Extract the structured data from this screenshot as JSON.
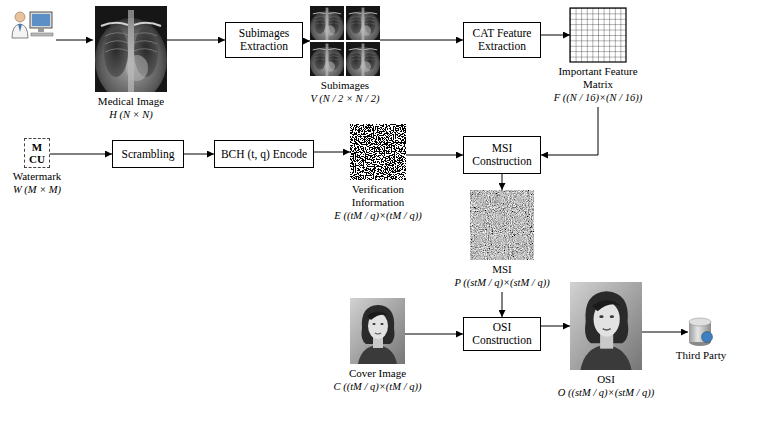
{
  "diagram": {
    "nodes": [
      {
        "text": [
          "Medical Image",
          "H (N × N)"
        ]
      },
      {
        "text": [
          "Subimages Extraction"
        ]
      },
      {
        "text": [
          "Subimages",
          "V (N / 2 × N / 2)"
        ]
      },
      {
        "text": [
          "CAT Feature Extraction"
        ]
      },
      {
        "text": [
          "Important Feature Matrix",
          "F ((N / 16)×(N / 16))"
        ]
      },
      {
        "text": [
          "Watermark",
          "W (M × M)"
        ]
      },
      {
        "text": [
          "Scrambling"
        ]
      },
      {
        "text": [
          "BCH (t, q) Encode"
        ]
      },
      {
        "text": [
          "Verification Information",
          "E ((tM / q)×(tM / q))"
        ]
      },
      {
        "text": [
          "MSI Construction"
        ]
      },
      {
        "text": [
          "MSI",
          "P ((stM / q)×(stM / q))"
        ]
      },
      {
        "text": [
          "Cover Image",
          "C ((tM / q)×(tM / q))"
        ]
      },
      {
        "text": [
          "OSI Construction"
        ]
      },
      {
        "text": [
          "OSI",
          "O ((stM / q)×(stM / q))"
        ]
      },
      {
        "text": [
          "Third Party"
        ]
      }
    ],
    "edges": [
      {
        "from": 0,
        "to": 1,
        "arrow": "to"
      },
      {
        "from": 1,
        "to": 2,
        "arrow": "to"
      },
      {
        "from": 2,
        "to": 3,
        "arrow": "to"
      },
      {
        "from": 3,
        "to": 4,
        "arrow": "to"
      },
      {
        "from": 5,
        "to": 6,
        "arrow": "to"
      },
      {
        "from": 6,
        "to": 7,
        "arrow": "to"
      },
      {
        "from": 7,
        "to": 8,
        "arrow": "to"
      },
      {
        "from": 8,
        "to": 9,
        "arrow": "to"
      },
      {
        "from": 4,
        "to": 9,
        "arrow": "to"
      },
      {
        "from": 9,
        "to": 10,
        "arrow": "to"
      },
      {
        "from": 10,
        "to": 12,
        "arrow": "to"
      },
      {
        "from": 11,
        "to": 12,
        "arrow": "to"
      },
      {
        "from": 12,
        "to": 13,
        "arrow": "to"
      },
      {
        "from": 13,
        "to": 14,
        "arrow": "to"
      }
    ],
    "labels": [
      "M",
      "CU"
    ]
  }
}
